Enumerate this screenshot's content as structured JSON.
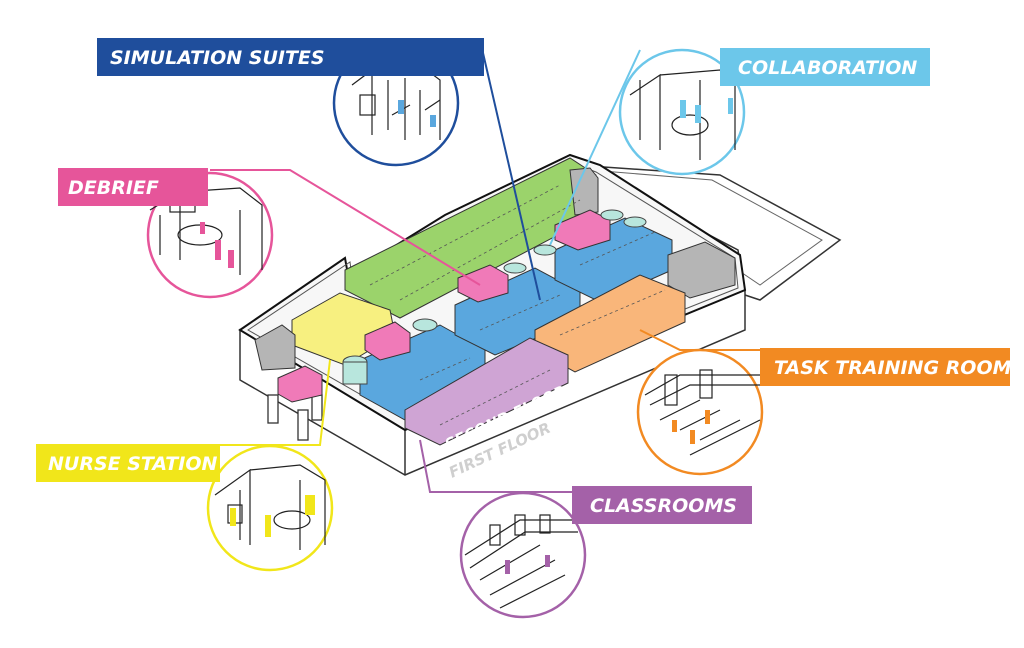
{
  "colors": {
    "simulation": "#1f4e9c",
    "collaboration": "#6cc7ea",
    "debrief": "#e6559a",
    "nurse": "#f1e61a",
    "task": "#f28a22",
    "classrooms": "#a461a8",
    "green": "#9bd36b",
    "blue": "#5aa7de",
    "pink": "#f07ab8",
    "yellow": "#f7f080",
    "lavender": "#cfa4d4",
    "orange": "#f9b67a",
    "mint": "#b8e6dd",
    "gray": "#b5b5b5"
  },
  "labels": {
    "simulation": "SIMULATION SUITES",
    "collaboration": "COLLABORATION",
    "debrief": "DEBRIEF",
    "task": "TASK TRAINING ROOM",
    "nurse": "NURSE STATION",
    "classrooms": "CLASSROOMS",
    "second_floor": "SECOND FLOOR",
    "first_floor": "FIRST FLOOR"
  }
}
